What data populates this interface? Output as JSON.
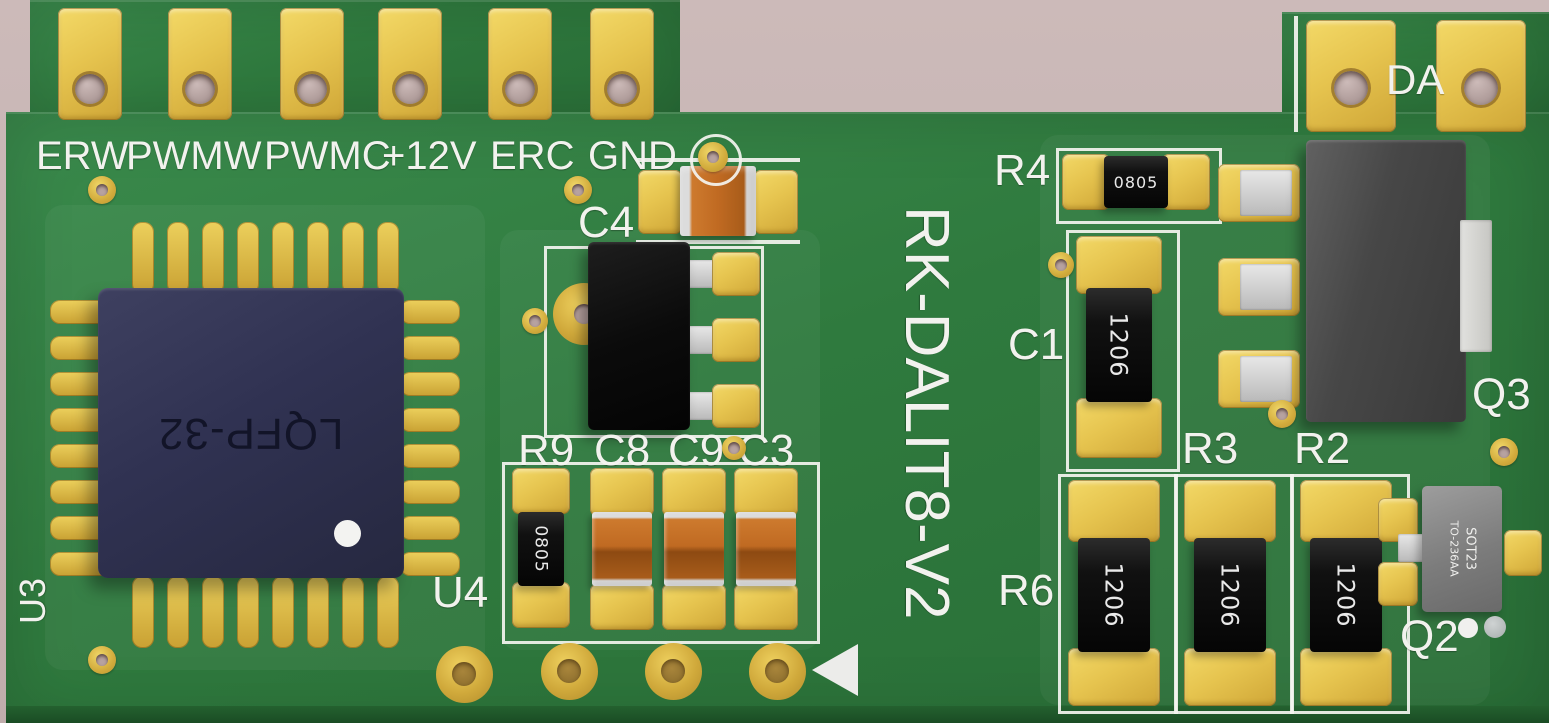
{
  "colors": {
    "background": "#c5b2b1",
    "board_green": "#2f7a3e",
    "pad_gold": "#e6c44f",
    "silkscreen": "#f2f2ee",
    "smd_black": "#0a0a0a",
    "capacitor_orange": "#c06a22",
    "ic_navy": "#303252",
    "transistor_gray": "#474747"
  },
  "board": {
    "title": "RK-DALIT8-V2",
    "connector_left": {
      "pads": [
        "ERW",
        "PWMW",
        "PWMC",
        "+12V",
        "ERC",
        "GND"
      ]
    },
    "connector_right": {
      "label": "DA"
    },
    "components": {
      "u3": {
        "ref": "U3",
        "package": "LQFP-32"
      },
      "u4": {
        "ref": "U4"
      },
      "c4": {
        "ref": "C4"
      },
      "r9": {
        "ref": "R9",
        "marking": "0805"
      },
      "c8": {
        "ref": "C8"
      },
      "c9": {
        "ref": "C9"
      },
      "c3": {
        "ref": "C3"
      },
      "r4": {
        "ref": "R4",
        "marking": "0805"
      },
      "c1": {
        "ref": "C1",
        "marking": "1206"
      },
      "r6": {
        "ref": "R6",
        "marking": "1206"
      },
      "r3": {
        "ref": "R3",
        "marking": "1206"
      },
      "r2": {
        "ref": "R2",
        "marking": "1206"
      },
      "q3": {
        "ref": "Q3"
      },
      "q2": {
        "ref": "Q2",
        "marking": [
          "SOT23",
          "TO-236AA"
        ]
      }
    }
  }
}
